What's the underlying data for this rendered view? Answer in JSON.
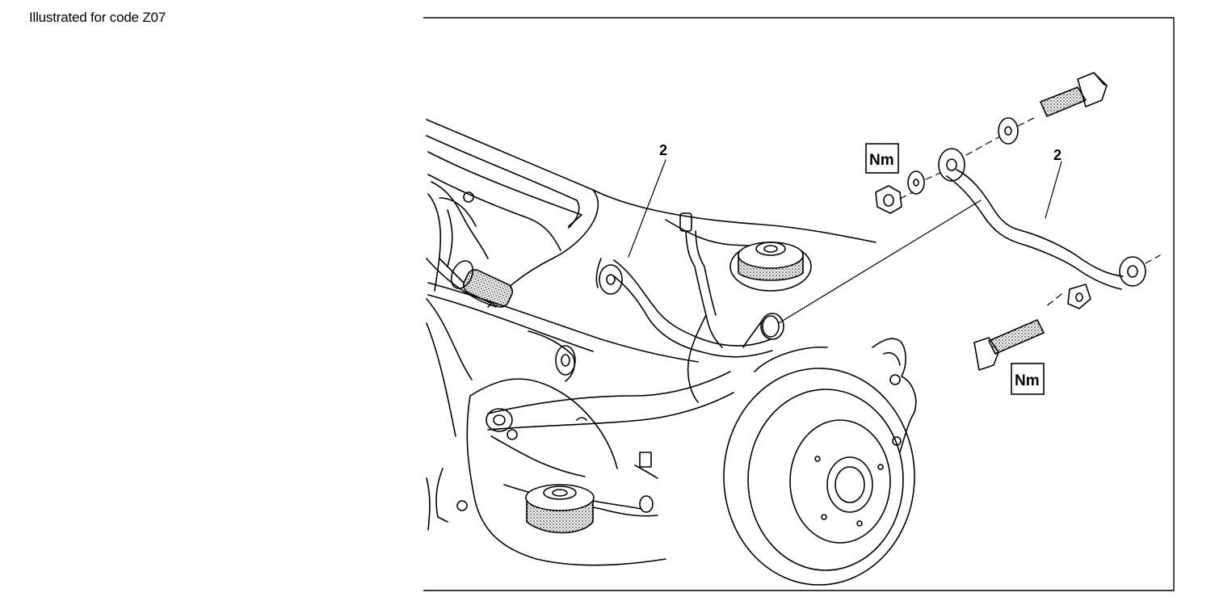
{
  "caption": "Illustrated for code Z07",
  "callouts": {
    "arm_installed": "2",
    "arm_exploded": "2"
  },
  "torque_symbols": {
    "nut": "Nm",
    "bolt": "Nm"
  },
  "colors": {
    "ink": "#000000",
    "paper": "#ffffff",
    "stipple": "#555555"
  }
}
